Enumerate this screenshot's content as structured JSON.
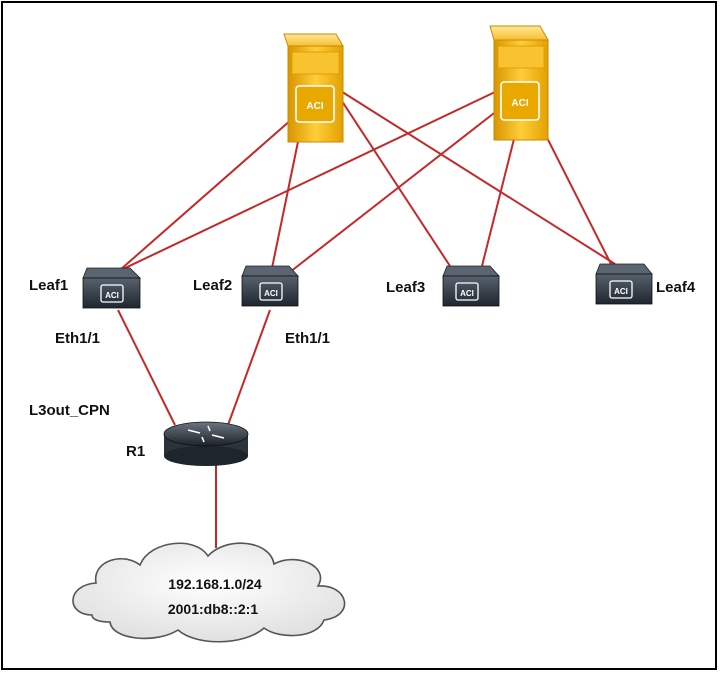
{
  "labels": {
    "leaf1": "Leaf1",
    "leaf2": "Leaf2",
    "leaf3": "Leaf3",
    "leaf4": "Leaf4",
    "eth_leaf1": "Eth1/1",
    "eth_leaf2": "Eth1/1",
    "l3out": "L3out_CPN",
    "router": "R1",
    "acl": "ACI"
  },
  "cloud": {
    "ipv4": "192.168.1.0/24",
    "ipv6": "2001:db8::2:1"
  },
  "colors": {
    "link": "#c62828",
    "spine_fill": "#f5b800",
    "switch_fill": "#2f3a46",
    "router_fill": "#3b444e"
  },
  "icons": {
    "spine": "aci-spine-server-icon",
    "leaf": "aci-leaf-switch-icon",
    "router": "router-icon",
    "network": "cloud-icon"
  }
}
